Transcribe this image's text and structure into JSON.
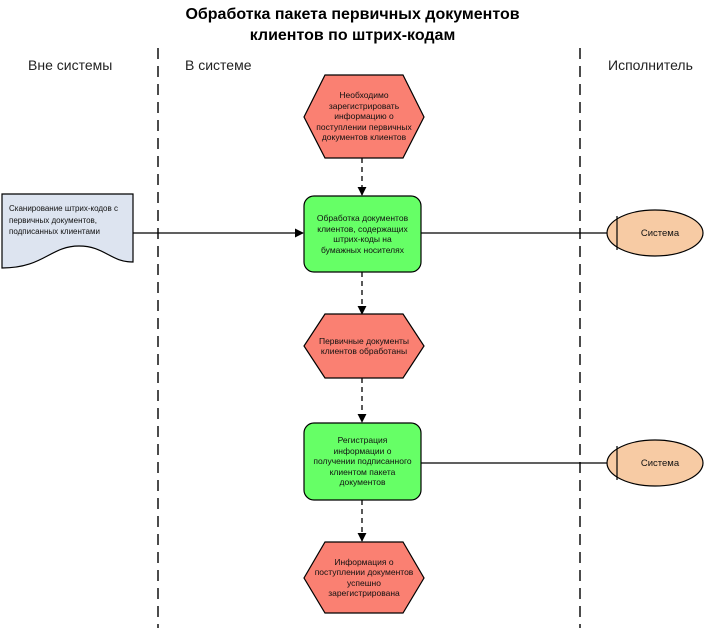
{
  "title": {
    "line1": "Обработка пакета первичных документов",
    "line2": "клиентов по штрих-кодам"
  },
  "lanes": [
    {
      "label": "Вне системы"
    },
    {
      "label": "В системе"
    },
    {
      "label": "Исполнитель"
    }
  ],
  "colors": {
    "event_fill": "#fa8072",
    "process_fill": "#66ff66",
    "actor_fill": "#f7cba4",
    "document_fill": "#dde4f0",
    "stroke": "#000000",
    "background": "#ffffff"
  },
  "document": {
    "text": "Сканирование штрих-кодов с первичных документов, подписанных клиентами"
  },
  "nodes": [
    {
      "id": "n1",
      "shape": "hexagon",
      "text": "Необходимо зарегистрировать информацию о поступлении первичных документов клиентов"
    },
    {
      "id": "n2",
      "shape": "rounded-rect",
      "text": "Обработка документов клиентов, содержащих штрих-коды  на бумажных носителях"
    },
    {
      "id": "n3",
      "shape": "hexagon",
      "text": "Первичные документы клиентов обработаны"
    },
    {
      "id": "n4",
      "shape": "rounded-rect",
      "text": "Регистрация информации о получении подписанного клиентом пакета документов"
    },
    {
      "id": "n5",
      "shape": "hexagon",
      "text": "Информация о поступлении документов успешно зарегистрирована"
    }
  ],
  "actors": [
    {
      "id": "a1",
      "text": "Система"
    },
    {
      "id": "a2",
      "text": "Система"
    }
  ]
}
